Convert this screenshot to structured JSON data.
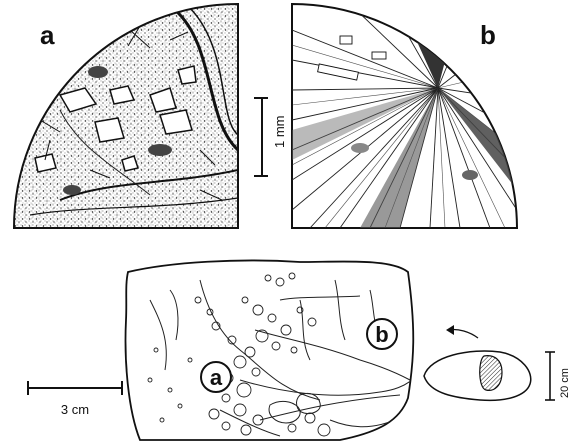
{
  "figure": {
    "panel_a_label": "a",
    "panel_b_label": "b",
    "scale_micro_label": "1 mm",
    "scale_hand_label": "3 cm",
    "scale_outline_label": "20 cm",
    "slab_marker_a": "a",
    "slab_marker_b": "b"
  }
}
